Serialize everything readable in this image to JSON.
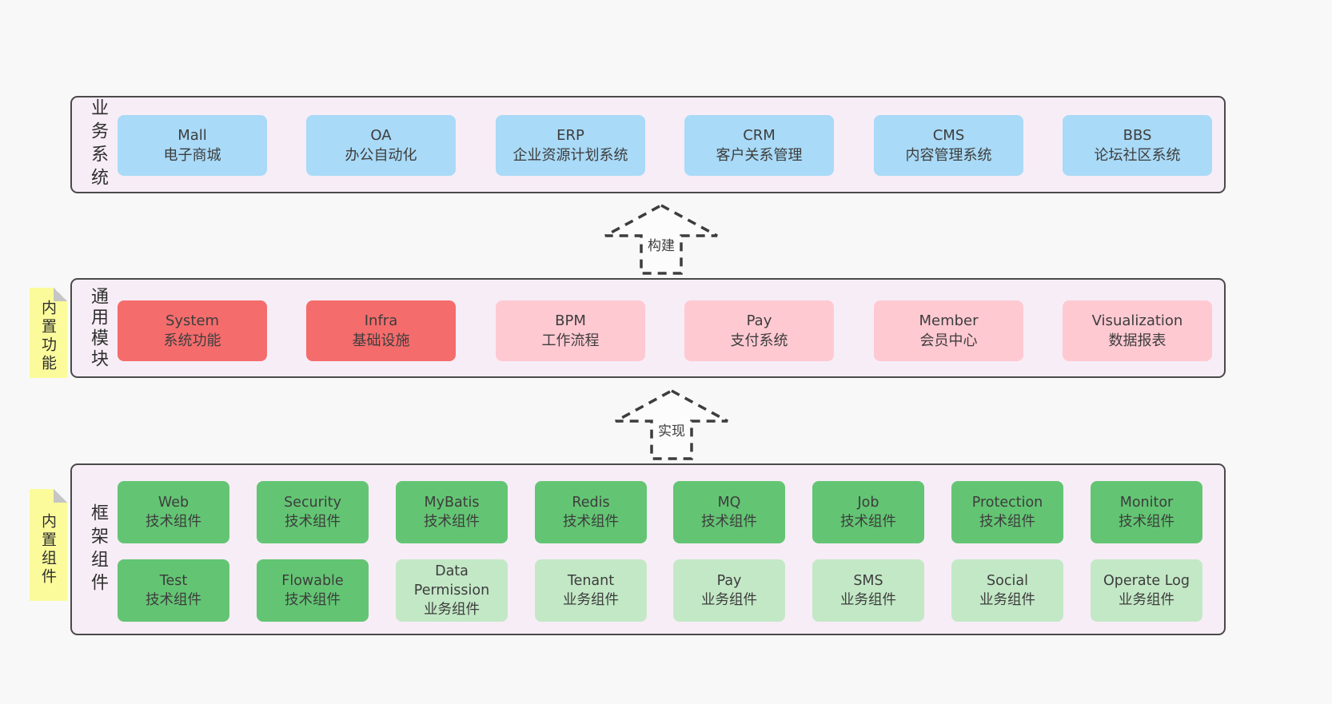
{
  "colors": {
    "page_background": "#f8f8f8",
    "panel_background": "#f7edf6",
    "panel_border": "#4a4a4a",
    "box_blue": "#a9daf7",
    "box_red": "#f56c6c",
    "box_pink": "#ffc9d2",
    "box_green": "#63c573",
    "box_light_green": "#c3e8c6",
    "sticky_note_yellow": "#fbfb9b",
    "note_fold_gray": "#c6c6c6",
    "text": "#3d3d3d",
    "arrow_stroke": "#3d3d3d"
  },
  "arrows": [
    {
      "label": "构建"
    },
    {
      "label": "实现"
    }
  ],
  "panels": [
    {
      "id": "business-systems",
      "label": "业务系统",
      "boxes": [
        {
          "title": "Mall",
          "subtitle": "电子商城",
          "variant": "blue"
        },
        {
          "title": "OA",
          "subtitle": "办公自动化",
          "variant": "blue"
        },
        {
          "title": "ERP",
          "subtitle": "企业资源计划系统",
          "variant": "blue"
        },
        {
          "title": "CRM",
          "subtitle": "客户关系管理",
          "variant": "blue"
        },
        {
          "title": "CMS",
          "subtitle": "内容管理系统",
          "variant": "blue"
        },
        {
          "title": "BBS",
          "subtitle": "论坛社区系统",
          "variant": "blue"
        }
      ]
    },
    {
      "id": "common-modules",
      "label": "通用模块",
      "note": "内置功能",
      "boxes": [
        {
          "title": "System",
          "subtitle": "系统功能",
          "variant": "red"
        },
        {
          "title": "Infra",
          "subtitle": "基础设施",
          "variant": "red"
        },
        {
          "title": "BPM",
          "subtitle": "工作流程",
          "variant": "pink"
        },
        {
          "title": "Pay",
          "subtitle": "支付系统",
          "variant": "pink"
        },
        {
          "title": "Member",
          "subtitle": "会员中心",
          "variant": "pink"
        },
        {
          "title": "Visualization",
          "subtitle": "数据报表",
          "variant": "pink"
        }
      ]
    },
    {
      "id": "framework-components",
      "label": "框架组件",
      "note": "内置组件",
      "rows": [
        [
          {
            "title": "Web",
            "subtitle": "技术组件",
            "variant": "green"
          },
          {
            "title": "Security",
            "subtitle": "技术组件",
            "variant": "green"
          },
          {
            "title": "MyBatis",
            "subtitle": "技术组件",
            "variant": "green"
          },
          {
            "title": "Redis",
            "subtitle": "技术组件",
            "variant": "green"
          },
          {
            "title": "MQ",
            "subtitle": "技术组件",
            "variant": "green"
          },
          {
            "title": "Job",
            "subtitle": "技术组件",
            "variant": "green"
          },
          {
            "title": "Protection",
            "subtitle": "技术组件",
            "variant": "green"
          },
          {
            "title": "Monitor",
            "subtitle": "技术组件",
            "variant": "green"
          }
        ],
        [
          {
            "title": "Test",
            "subtitle": "技术组件",
            "variant": "green"
          },
          {
            "title": "Flowable",
            "subtitle": "技术组件",
            "variant": "green"
          },
          {
            "title": "Data Permission",
            "subtitle": "业务组件",
            "variant": "lightgreen"
          },
          {
            "title": "Tenant",
            "subtitle": "业务组件",
            "variant": "lightgreen"
          },
          {
            "title": "Pay",
            "subtitle": "业务组件",
            "variant": "lightgreen"
          },
          {
            "title": "SMS",
            "subtitle": "业务组件",
            "variant": "lightgreen"
          },
          {
            "title": "Social",
            "subtitle": "业务组件",
            "variant": "lightgreen"
          },
          {
            "title": "Operate Log",
            "subtitle": "业务组件",
            "variant": "lightgreen"
          }
        ]
      ]
    }
  ]
}
